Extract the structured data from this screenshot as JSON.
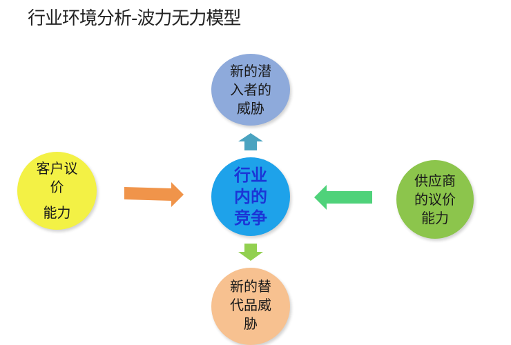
{
  "title": "行业环境分析-波力无力模型",
  "nodes": {
    "top": {
      "lines": [
        "新的潜",
        "入者的",
        "威胁"
      ]
    },
    "center": {
      "lines": [
        "行业",
        "内的",
        "竞争"
      ]
    },
    "left": {
      "lines": [
        "客户议",
        "价",
        "能力"
      ]
    },
    "right": {
      "lines": [
        "供应商",
        "的议价",
        "能力"
      ]
    },
    "bottom": {
      "lines": [
        "新的替",
        "代品威",
        "胁"
      ]
    }
  },
  "colors": {
    "top": "#8eaadb",
    "center": "#1ea2ea",
    "center_text": "#1b35d6",
    "left": "#f3f145",
    "right": "#8cc54c",
    "bottom": "#f7c190",
    "arrow_up": "#4aa3c0",
    "arrow_down": "#92d050",
    "arrow_right": "#f0944a",
    "arrow_left": "#4fd27a"
  }
}
